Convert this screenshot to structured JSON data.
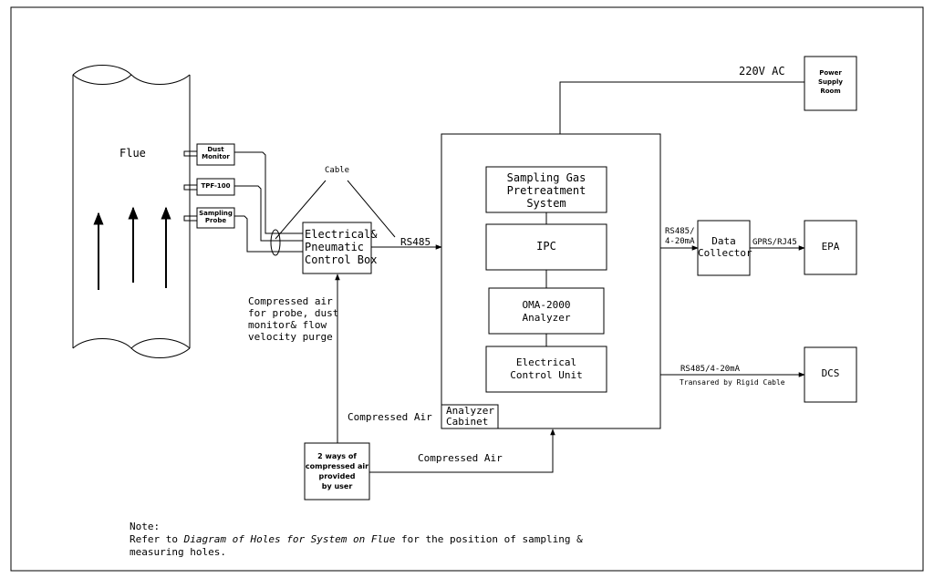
{
  "flue": {
    "label": "Flue"
  },
  "instruments": {
    "dust_monitor": [
      "Dust",
      "Monitor"
    ],
    "tpf": "TPF-100",
    "sampling_probe": [
      "Sampling",
      "Probe"
    ]
  },
  "cable_label": "Cable",
  "control_box": [
    "Electrical&",
    "Pneumatic",
    "Control Box"
  ],
  "rs485_label": "RS485",
  "compressed_air_note": [
    "Compressed air",
    "for probe, dust",
    "monitor& flow",
    "velocity purge"
  ],
  "compressed_air_vertical": "Compressed Air",
  "compressed_air_horizontal": "Compressed Air",
  "user_air_box": [
    "2 ways of",
    "compressed air",
    "provided",
    "by user"
  ],
  "cabinet": {
    "label": [
      "Analyzer",
      "Cabinet"
    ],
    "sampling_gas": [
      "Sampling Gas",
      "Pretreatment",
      "System"
    ],
    "ipc": "IPC",
    "oma": [
      "OMA-2000",
      "Analyzer"
    ],
    "ecu": [
      "Electrical",
      "Control Unit"
    ]
  },
  "power": {
    "label_220": "220V AC",
    "room": [
      "Power",
      "Supply",
      "Room"
    ]
  },
  "rs485_4_20": [
    "RS485/",
    "4-20mA"
  ],
  "data_collector": [
    "Data",
    "Collector"
  ],
  "gprs_label": "GPRS/RJ45",
  "epa_label": "EPA",
  "dcs": {
    "label": "DCS",
    "link_label": "RS485/4-20mA",
    "link_sublabel": "Transared by Rigid Cable"
  },
  "note": {
    "heading": "Note:",
    "line1_prefix": "Refer to ",
    "line1_italic": "Diagram of Holes for System on Flue",
    "line1_suffix": " for the position of sampling &",
    "line2": "measuring holes."
  }
}
